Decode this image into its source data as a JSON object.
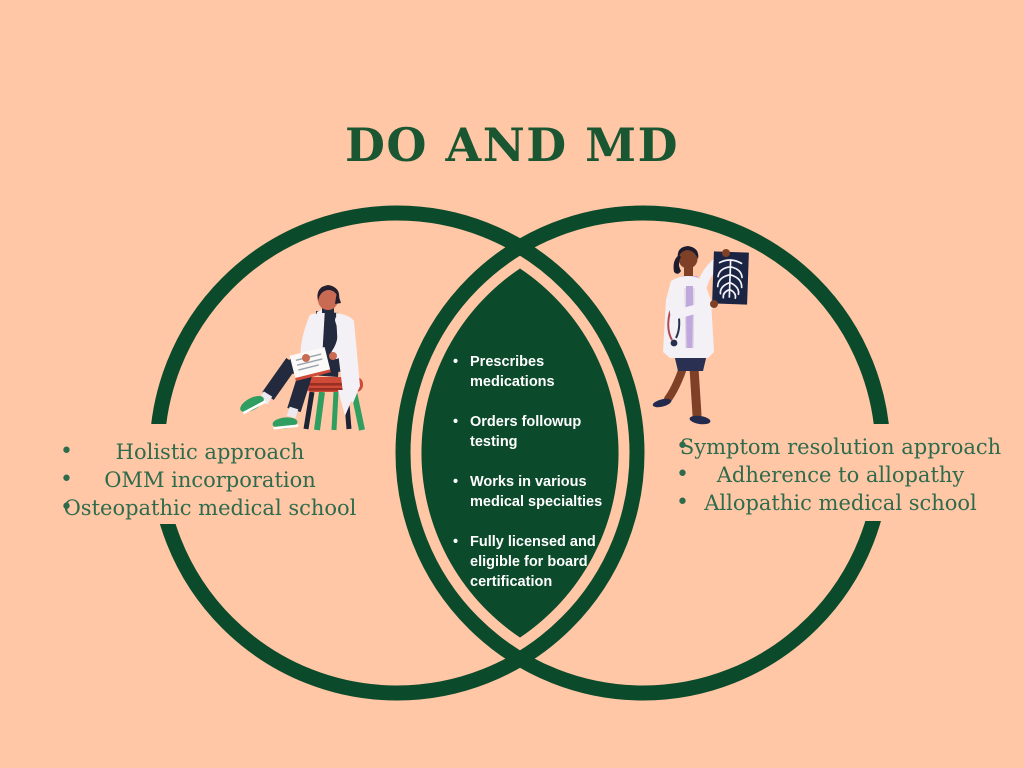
{
  "title": "DO AND MD",
  "colors": {
    "background": "#ffc7a5",
    "circle_green": "#0b4a2b",
    "title_green": "#1a5632",
    "side_text_green": "#2e6b4c",
    "center_text_white": "#ffffff"
  },
  "venn": {
    "left_circle": {
      "items": [
        "Holistic approach",
        "OMM incorporation",
        "Osteopathic medical school"
      ]
    },
    "intersection": {
      "items": [
        "Prescribes medications",
        "Orders followup testing",
        "Works in various medical specialties",
        "Fully licensed and eligible for board certification"
      ]
    },
    "right_circle": {
      "items": [
        "Symptom  resolution approach",
        "Adherence to allopathy",
        "Allopathic medical school"
      ]
    }
  },
  "illustrations": {
    "left": "doctor-seated-reading-illustration",
    "right": "doctor-holding-xray-illustration"
  }
}
